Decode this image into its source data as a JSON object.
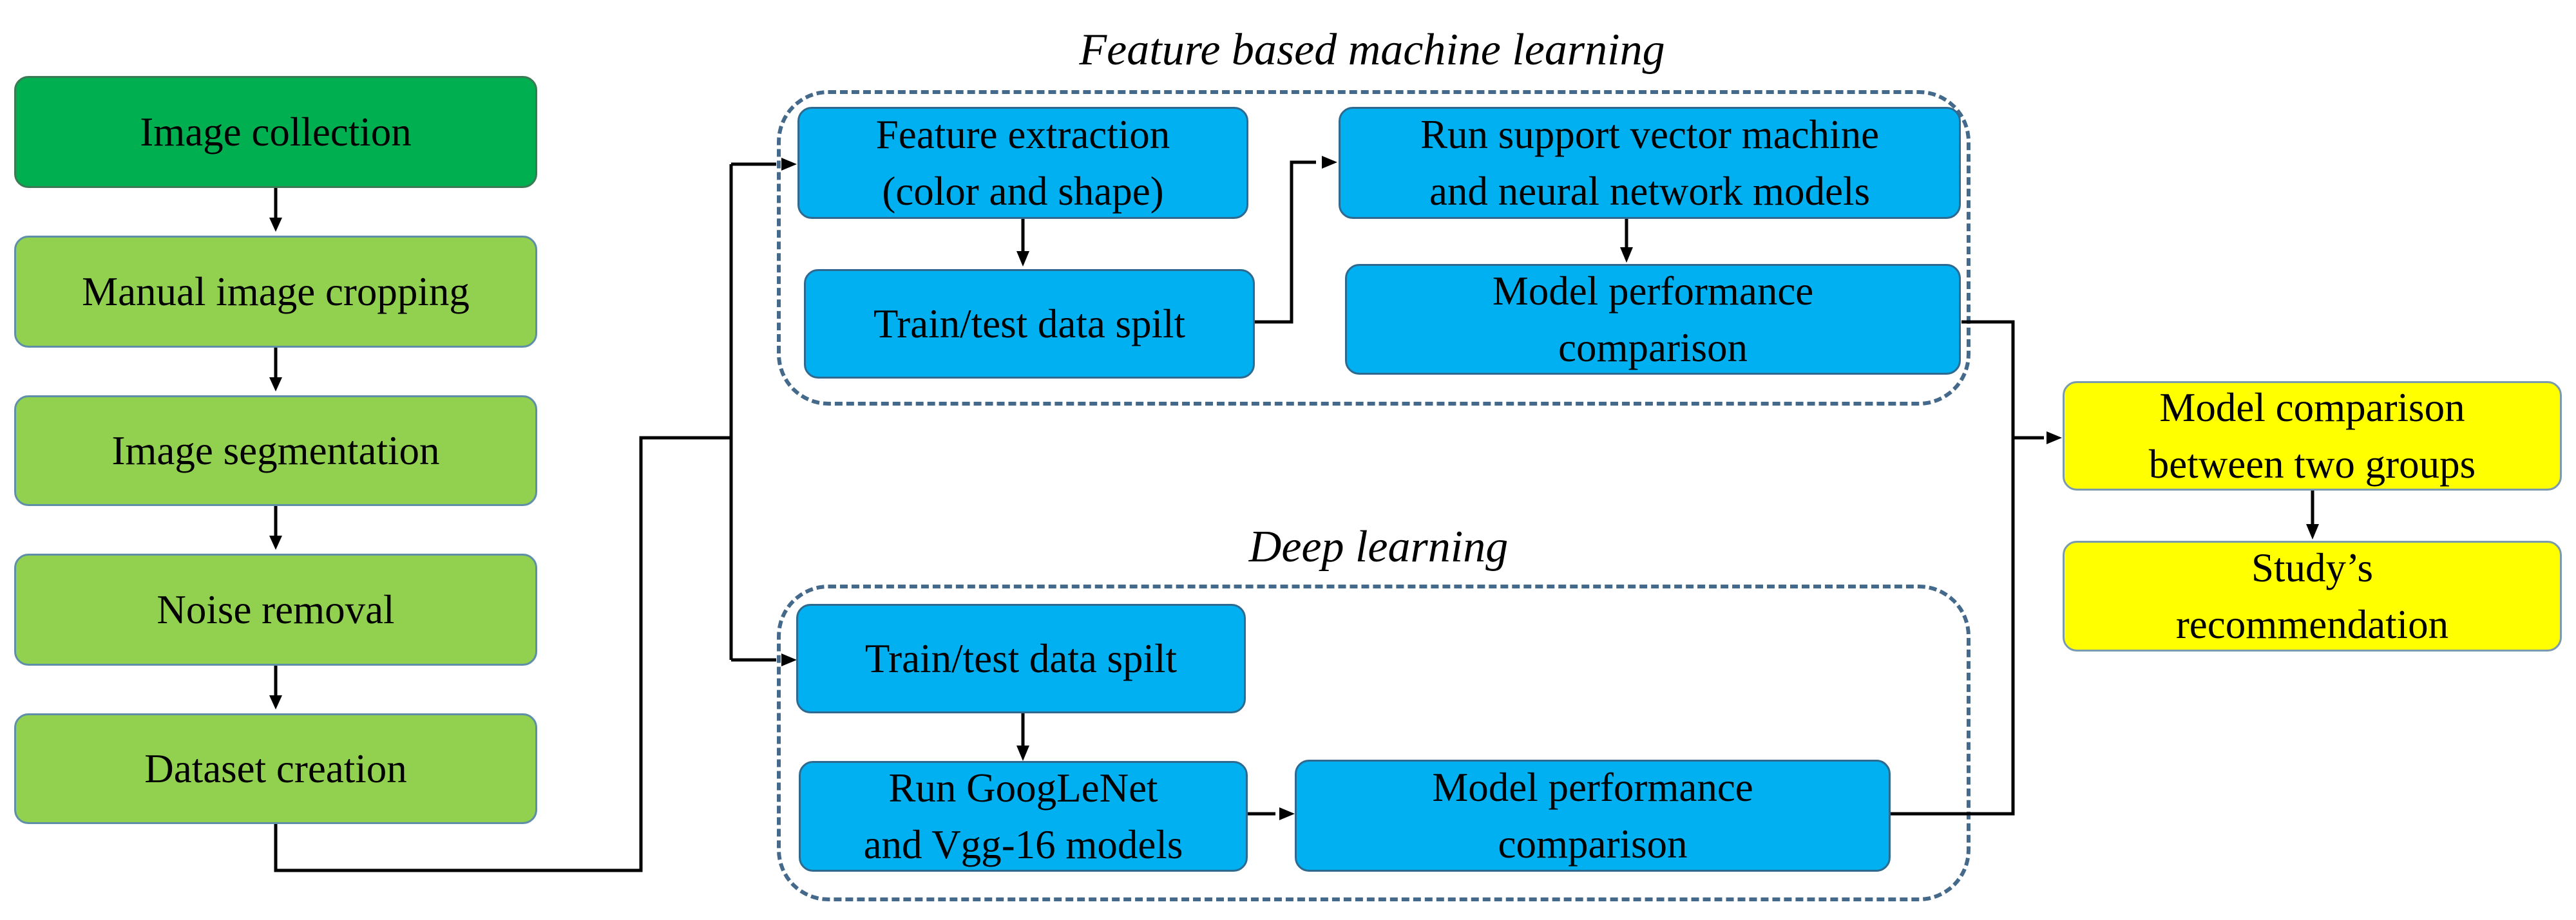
{
  "groups": {
    "feature": {
      "title": "Feature based machine learning"
    },
    "deep": {
      "title": "Deep learning"
    }
  },
  "preprocessing": {
    "image_collection": "Image collection",
    "manual_cropping": "Manual image cropping",
    "segmentation": "Image segmentation",
    "noise_removal": "Noise removal",
    "dataset_creation": "Dataset creation"
  },
  "feature_branch": {
    "feature_extraction": "Feature extraction\n(color and shape)",
    "train_test": "Train/test data spilt",
    "run_models": "Run support vector machine\nand neural network models",
    "performance": "Model performance\ncomparison"
  },
  "deep_branch": {
    "train_test": "Train/test data spilt",
    "run_models": "Run GoogLeNet\nand Vgg-16 models",
    "performance": "Model performance\ncomparison"
  },
  "outcome": {
    "model_comparison": "Model comparison\nbetween two groups",
    "recommendation": "Study’s\nrecommendation"
  },
  "colors": {
    "collection": "#00b050",
    "preprocessing": "#92d050",
    "model_steps": "#00b0f0",
    "outcome": "#ffff00",
    "group_border": "#44698a"
  }
}
